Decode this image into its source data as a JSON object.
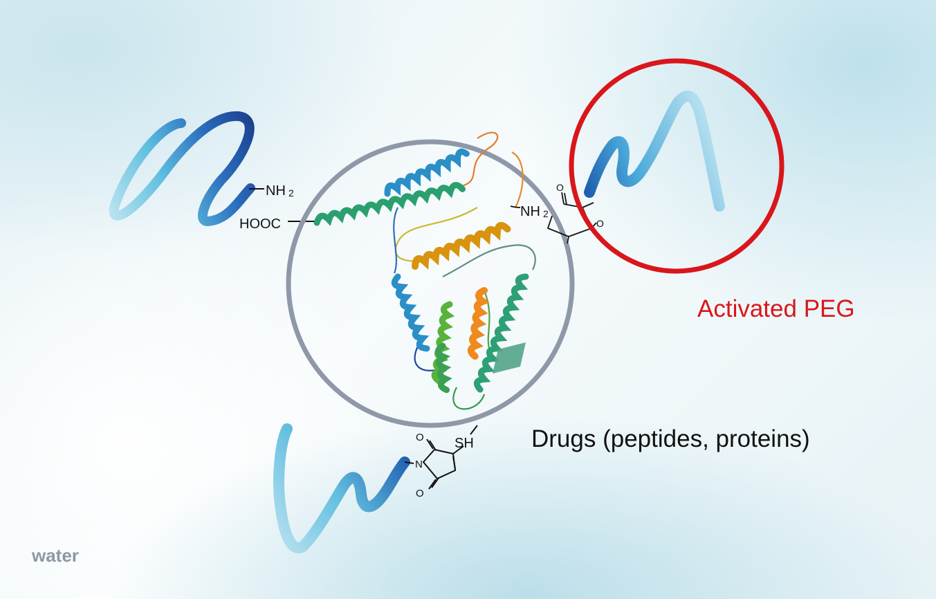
{
  "labels": {
    "activated_peg": "Activated PEG",
    "drugs": "Drugs (peptides, proteins)",
    "water": "water"
  },
  "chem": {
    "amine_left": "NH",
    "amine_left_sub": "2",
    "carboxyl": "HOOC",
    "amine_right": "NH",
    "amine_right_sub": "2",
    "thiol": "SH",
    "nitrogen": "N",
    "oxygen": "O"
  },
  "colors": {
    "activated_peg": "#d9161b",
    "protein_circle": "#8e98a8",
    "drugs_text": "#111111",
    "water_text": "#8e98a8",
    "peg_light": "#7ccbe4",
    "peg_dark": "#1d4f9f"
  }
}
